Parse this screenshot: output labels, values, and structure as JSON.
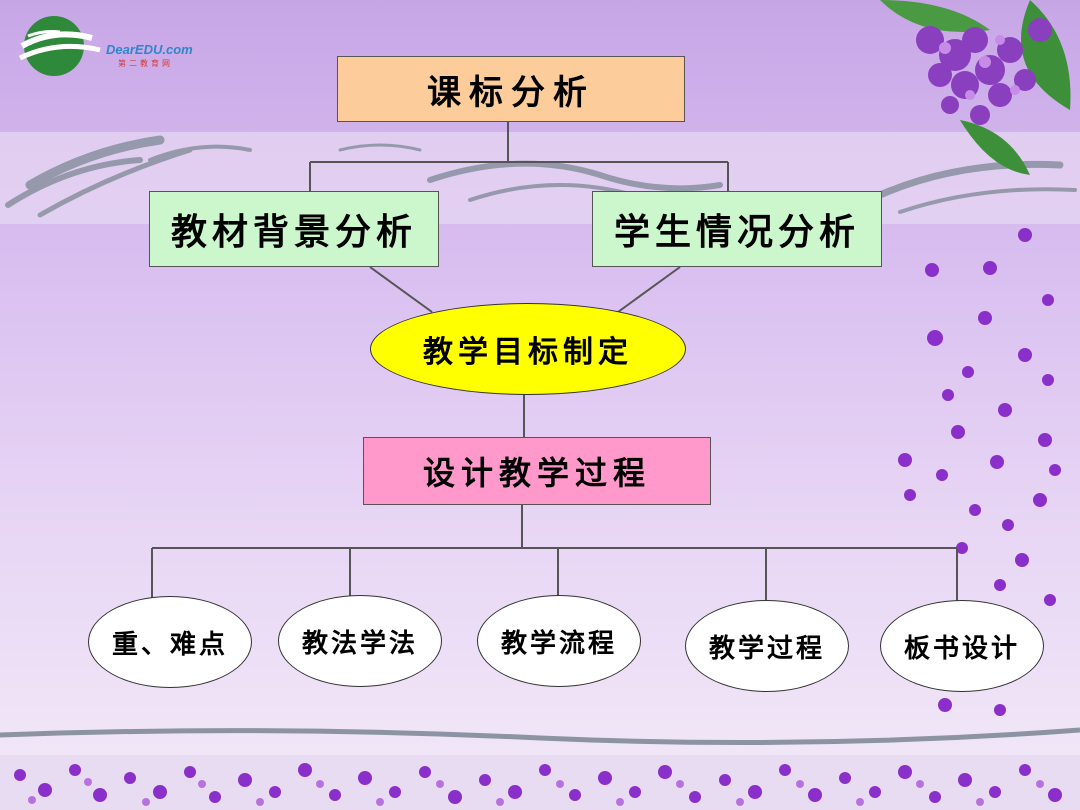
{
  "logo": {
    "brand": "DearEDU.com",
    "subtitle": "第二教育网"
  },
  "diagram": {
    "top": "课标分析",
    "left": "教材背景分析",
    "right": "学生情况分析",
    "goal": "教学目标制定",
    "design": "设计教学过程",
    "leaves": [
      "重、难点",
      "教法学法",
      "教学流程",
      "教学过程",
      "板书设计"
    ]
  },
  "colors": {
    "top_box": "#fccc9a",
    "side_boxes": "#ccf6cc",
    "goal_ellipse": "#ffff00",
    "design_box": "#ff99cc",
    "leaf_ellipses": "#ffffff"
  }
}
